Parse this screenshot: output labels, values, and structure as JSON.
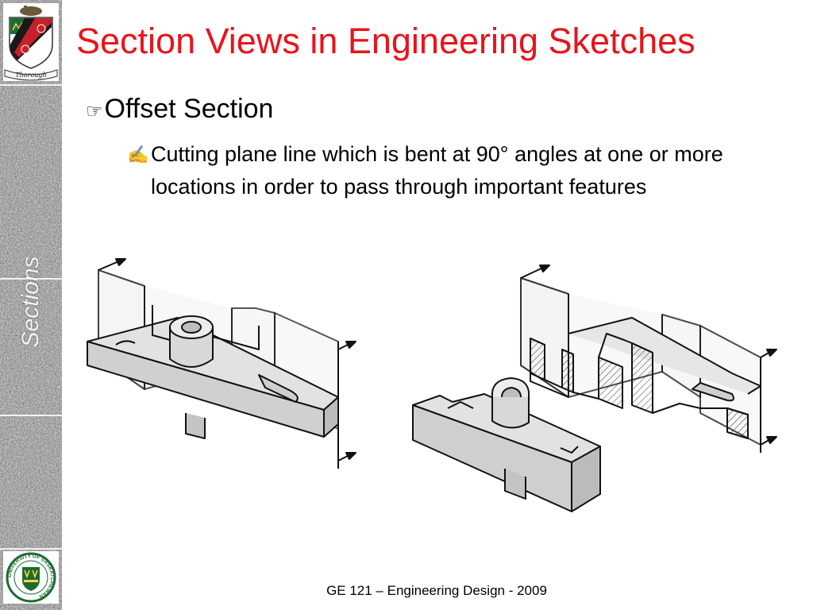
{
  "slide": {
    "title": "Section Views in Engineering Sketches",
    "bullet_level1": "Offset Section",
    "bullet_level2": "Cutting plane line which is bent at 90° angles at one or more locations in order to pass through important features",
    "footer": "GE 121 – Engineering Design - 2009",
    "sidebar_label": "Sections"
  },
  "crest_top": {
    "motto": "Thorough"
  },
  "crest_bottom": {
    "ring_text": "UNIVERSITY OF SASKATCHEWAN"
  },
  "icons": {
    "bullet_level1": "pointing-hand-icon",
    "bullet_level2": "writing-hand-icon"
  },
  "colors": {
    "title": "#e8141c",
    "text": "#000000",
    "crest_green": "#1d6b33",
    "crest_red": "#c8202a"
  }
}
